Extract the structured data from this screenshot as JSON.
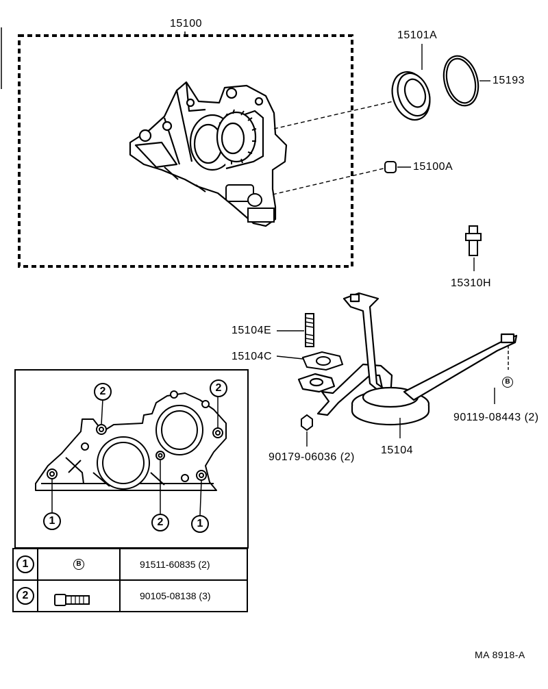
{
  "labels": {
    "oil_pump_assy": "15100",
    "oil_seal": "15101A",
    "o_ring": "15193",
    "plug": "15100A",
    "switch": "15310H",
    "stud": "15104E",
    "gasket": "15104C",
    "strainer": "15104",
    "nut": "90179-06036 (2)",
    "bolt_b": "90119-08443 (2)",
    "code": "MA 8918-A"
  },
  "markers": {
    "one": "1",
    "two": "2",
    "b": "B"
  },
  "legend": {
    "rows": [
      {
        "index": "1",
        "symbol": "B",
        "part": "91511-60835 (2)"
      },
      {
        "index": "2",
        "symbol": "bolt",
        "part": "90105-08138 (3)"
      }
    ]
  }
}
